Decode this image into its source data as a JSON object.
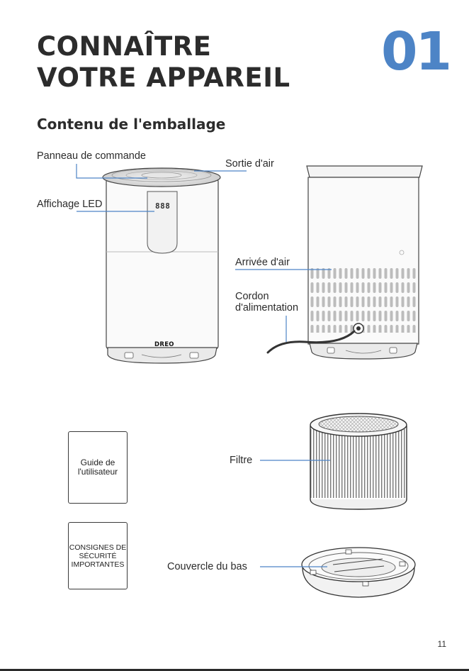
{
  "header": {
    "title_line1": "CONNAÎTRE",
    "title_line2": "VOTRE APPAREIL",
    "chapter_number": "01",
    "accent_color": "#4d84c6"
  },
  "section": {
    "title": "Contenu de l'emballage"
  },
  "callouts": {
    "control_panel": "Panneau de commande",
    "air_outlet": "Sortie d'air",
    "led_display": "Affichage LED",
    "air_inlet": "Arrivée d'air",
    "power_cord_line1": "Cordon",
    "power_cord_line2": "d'alimentation",
    "filter": "Filtre",
    "bottom_cover": "Couvercle du bas"
  },
  "device": {
    "brand_logo": "DREO",
    "display_digits": "888"
  },
  "booklets": {
    "user_guide_line1": "Guide de",
    "user_guide_line2": "l'utilisateur",
    "safety_line1": "CONSIGNES DE",
    "safety_line2": "SÉCURITÉ",
    "safety_line3": "IMPORTANTES"
  },
  "footer": {
    "page_number": "11"
  }
}
